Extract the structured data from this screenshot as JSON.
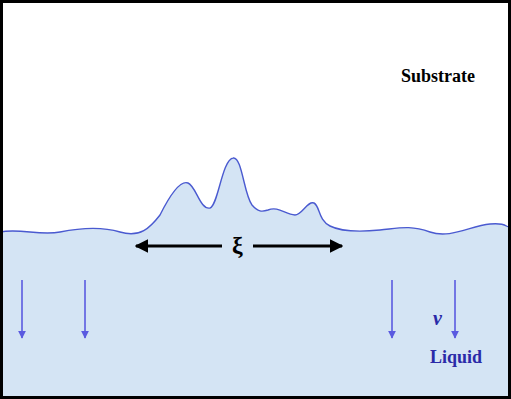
{
  "diagram": {
    "labels": [
      "Substrate",
      "ξ",
      "v",
      "Liquid"
    ]
  }
}
